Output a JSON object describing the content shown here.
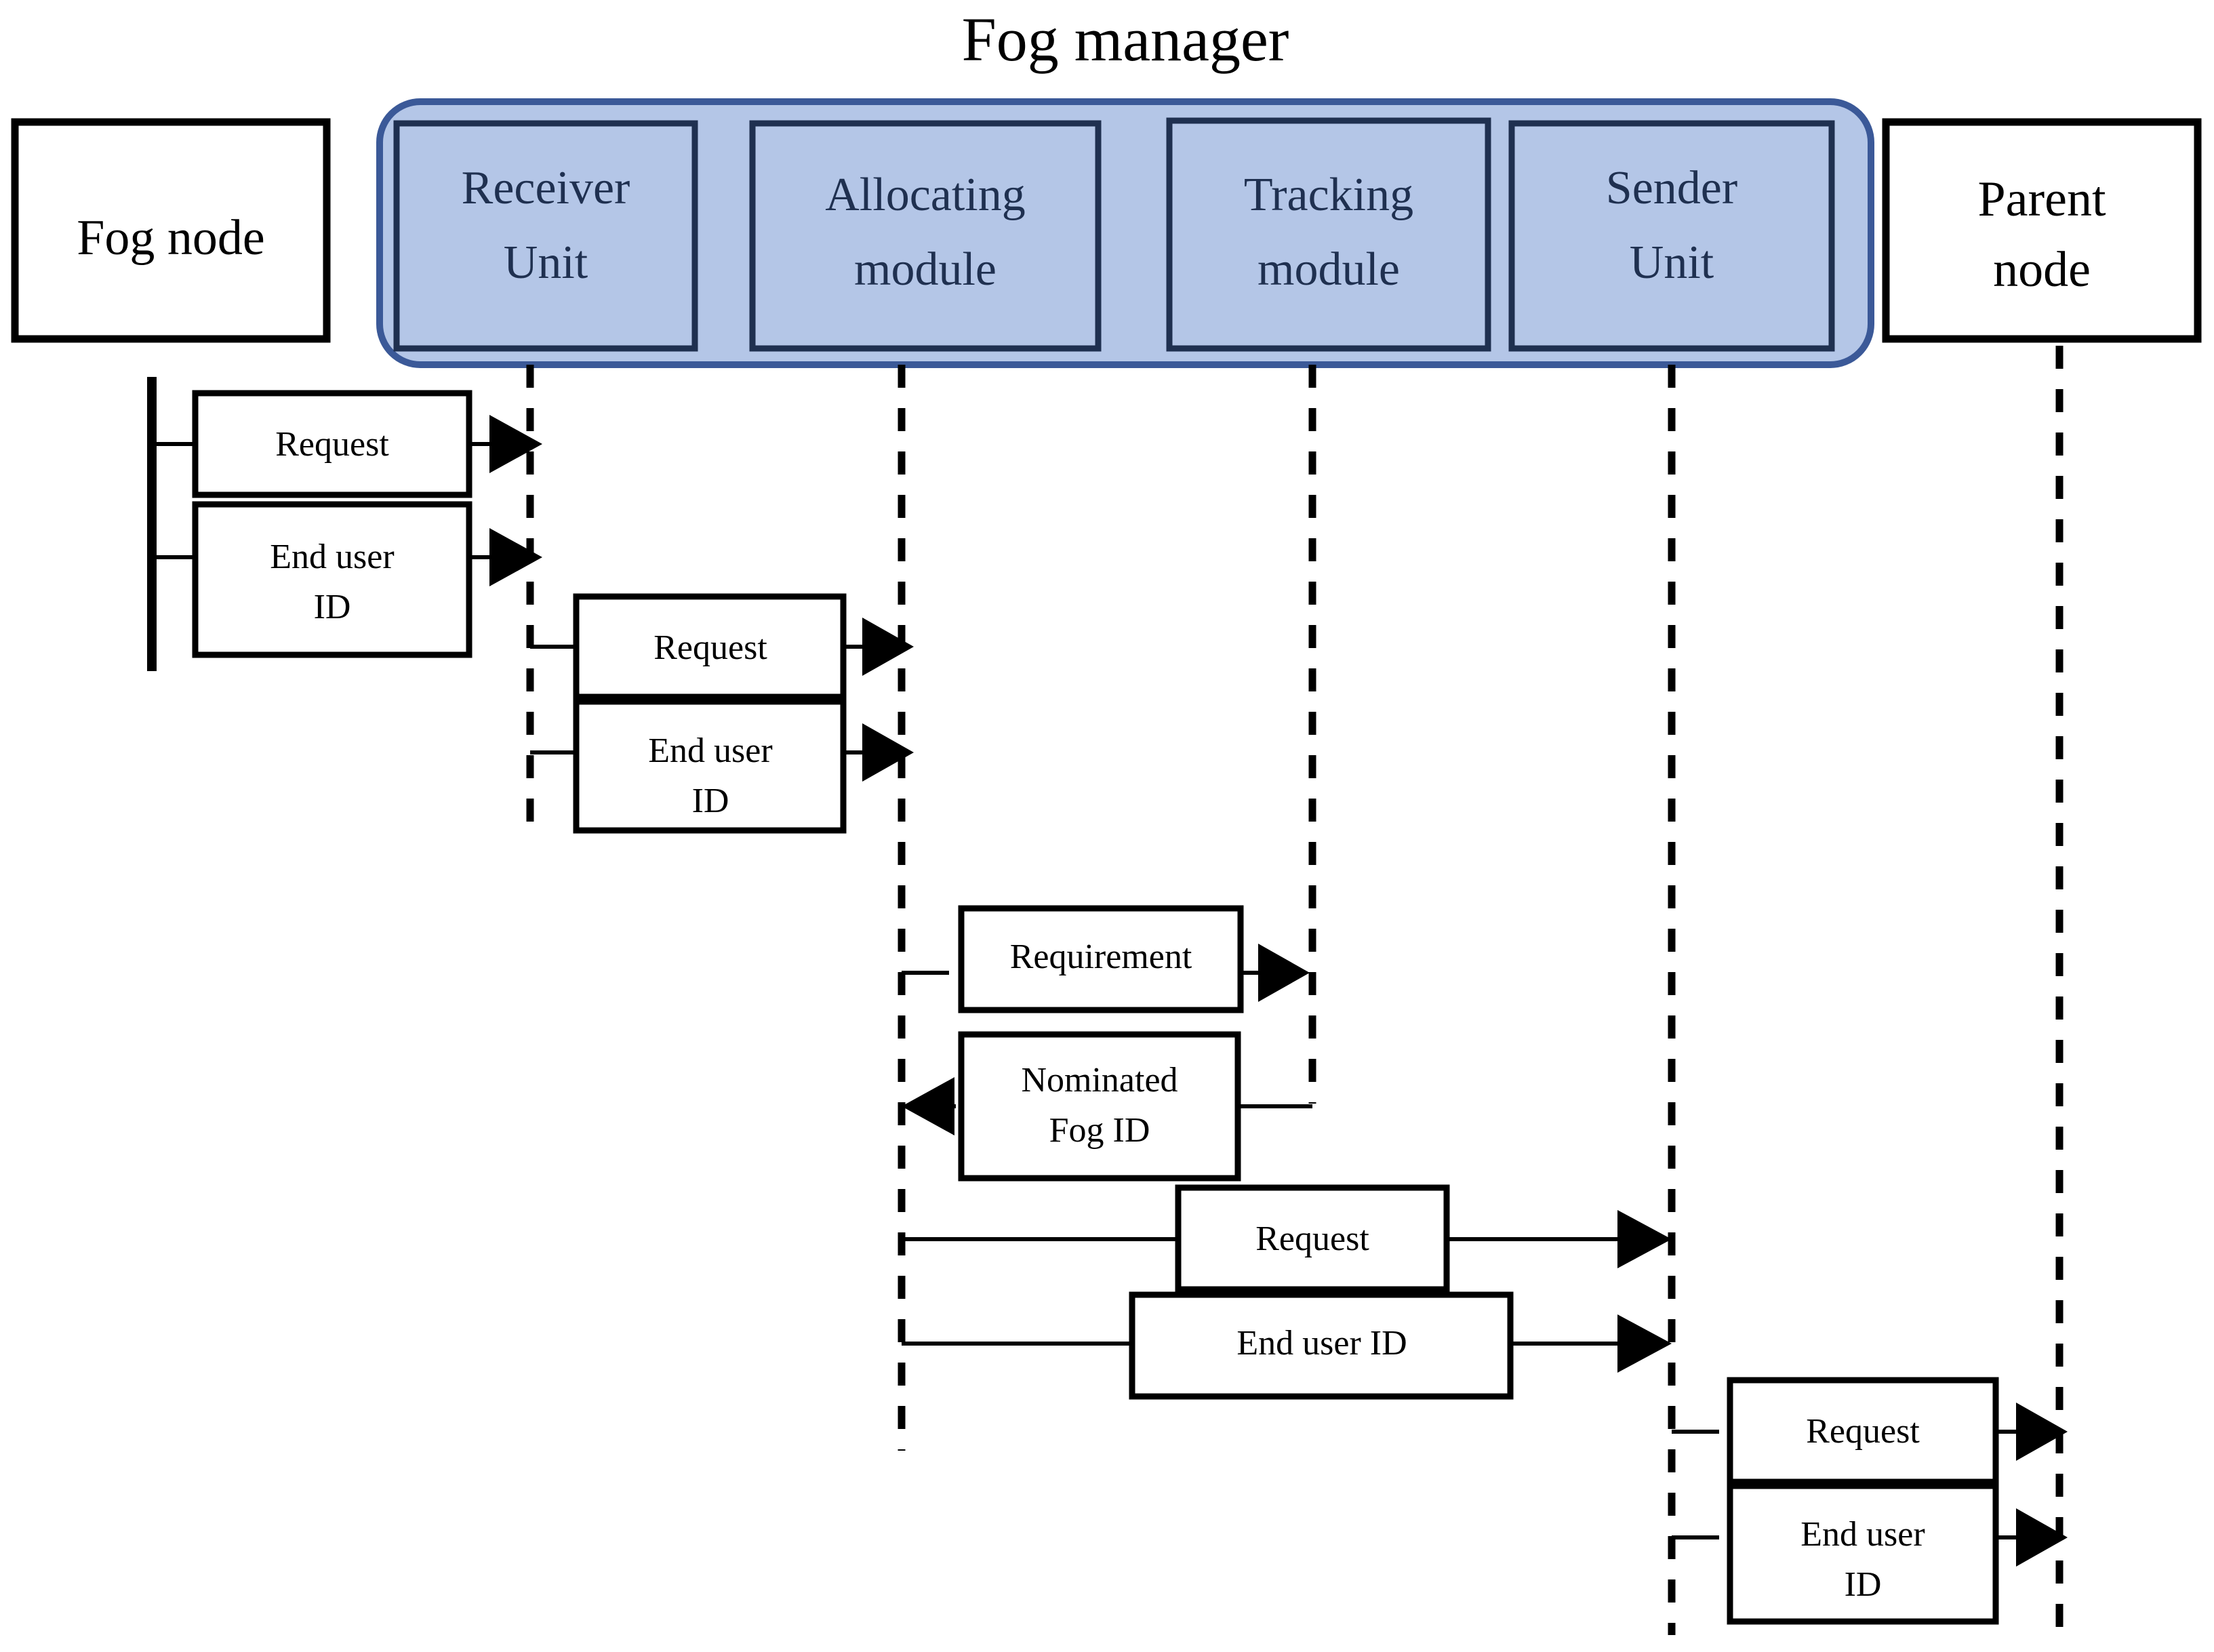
{
  "title": "Fog manager",
  "colors": {
    "manager_fill": "#B4C6E7",
    "manager_border": "#3B5998",
    "module_border": "#1F3050",
    "module_text": "#1F3050",
    "line": "#000000",
    "box_fill": "#FFFFFF",
    "background": "#FFFFFF"
  },
  "actors": {
    "left": {
      "label_line1": "Fog node",
      "label_line2": ""
    },
    "right": {
      "label_line1": "Parent",
      "label_line2": "node"
    }
  },
  "manager": {
    "title": "Fog manager",
    "modules": [
      {
        "id": "receiver",
        "line1": "Receiver",
        "line2": "Unit"
      },
      {
        "id": "allocating",
        "line1": "Allocating",
        "line2": "module"
      },
      {
        "id": "tracking",
        "line1": "Tracking",
        "line2": "module"
      },
      {
        "id": "sender",
        "line1": "Sender",
        "line2": "Unit"
      }
    ]
  },
  "messages": [
    {
      "id": "m1",
      "line1": "Request",
      "line2": "",
      "from": "Fog node",
      "to": "Receiver Unit",
      "direction": "right"
    },
    {
      "id": "m2",
      "line1": "End user",
      "line2": "ID",
      "from": "Fog node",
      "to": "Receiver Unit",
      "direction": "right"
    },
    {
      "id": "m3",
      "line1": "Request",
      "line2": "",
      "from": "Receiver Unit",
      "to": "Allocating module",
      "direction": "right"
    },
    {
      "id": "m4",
      "line1": "End user",
      "line2": "ID",
      "from": "Receiver Unit",
      "to": "Allocating module",
      "direction": "right"
    },
    {
      "id": "m5",
      "line1": "Requirement",
      "line2": "",
      "from": "Allocating module",
      "to": "Tracking module",
      "direction": "right"
    },
    {
      "id": "m6",
      "line1": "Nominated",
      "line2": "Fog ID",
      "from": "Tracking module",
      "to": "Allocating module",
      "direction": "left"
    },
    {
      "id": "m7",
      "line1": "Request",
      "line2": "",
      "from": "Allocating module",
      "to": "Sender Unit",
      "direction": "right"
    },
    {
      "id": "m8",
      "line1": "End user ID",
      "line2": "",
      "from": "Allocating module",
      "to": "Sender Unit",
      "direction": "right"
    },
    {
      "id": "m9",
      "line1": "Request",
      "line2": "",
      "from": "Sender Unit",
      "to": "Parent node",
      "direction": "right"
    },
    {
      "id": "m10",
      "line1": "End user",
      "line2": "ID",
      "from": "Sender Unit",
      "to": "Parent node",
      "direction": "right"
    }
  ]
}
